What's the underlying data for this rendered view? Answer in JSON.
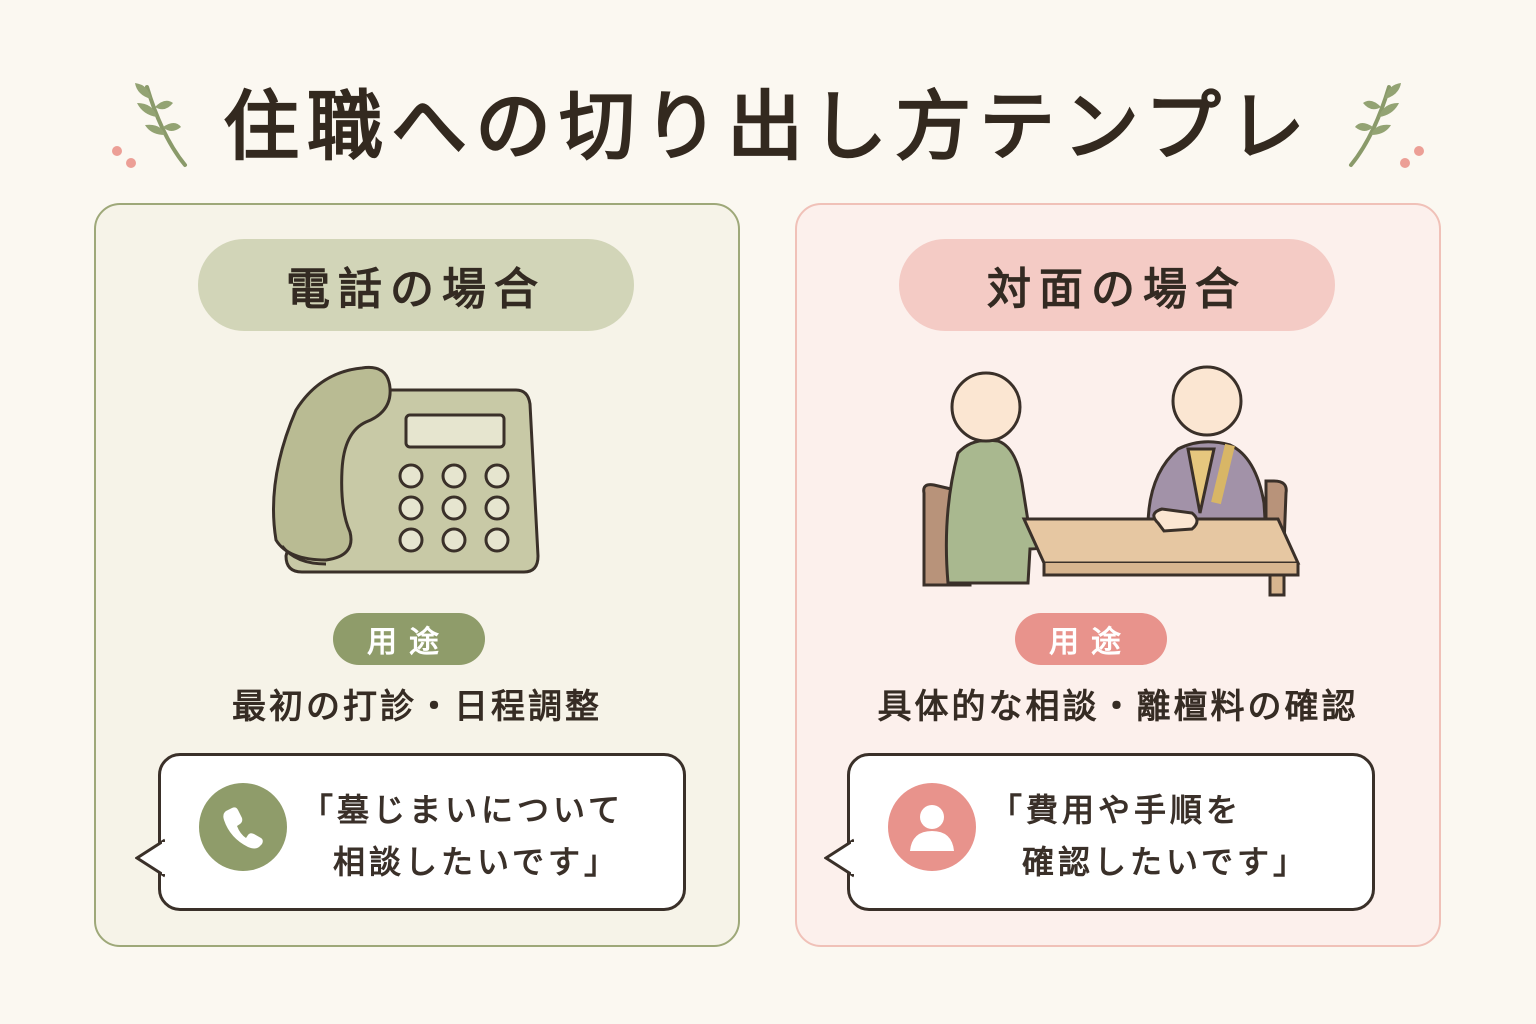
{
  "title": "住職への切り出し方テンプレ",
  "colors": {
    "green_accent": "#8f9c6a",
    "pink_accent": "#e8938c",
    "background": "#fbf8f1"
  },
  "cards": [
    {
      "heading": "電話の場合",
      "illustration": "telephone-icon",
      "use_label": "用途",
      "use_text": "最初の打診・日程調整",
      "bubble_icon": "phone-icon",
      "quote_line1": "「墓じまいについて",
      "quote_line2": "相談したいです」"
    },
    {
      "heading": "対面の場合",
      "illustration": "face-to-face-meeting",
      "use_label": "用途",
      "use_text": "具体的な相談・離檀料の確認",
      "bubble_icon": "person-icon",
      "quote_line1": "「費用や手順を",
      "quote_line2": "確認したいです」"
    }
  ]
}
